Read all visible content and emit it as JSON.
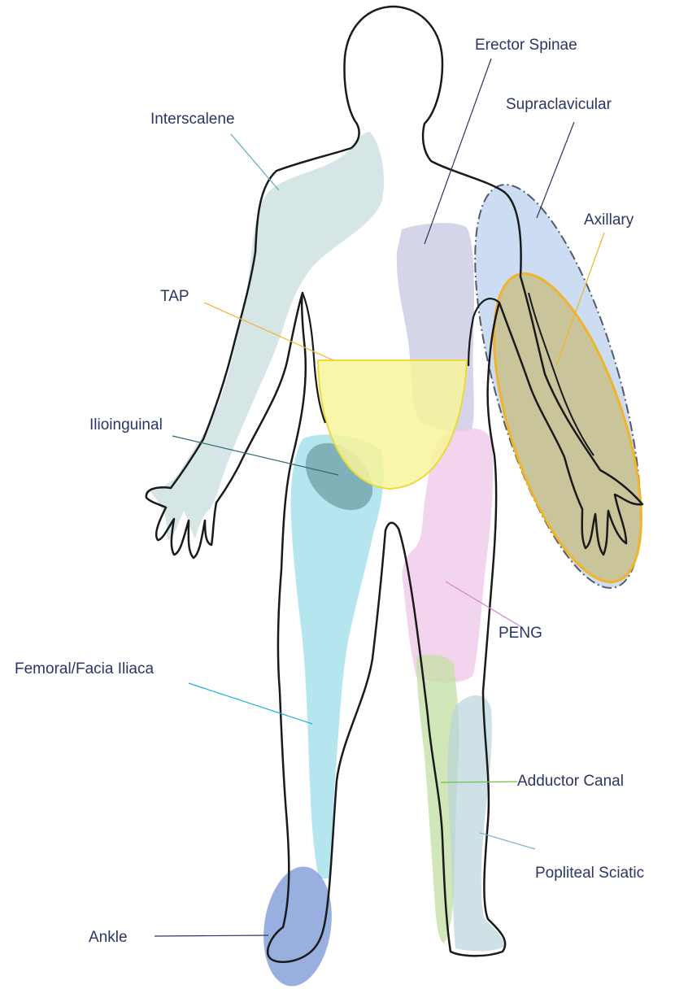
{
  "labels": {
    "erector_spinae": "Erector Spinae",
    "interscalene": "Interscalene",
    "supraclavicular": "Supraclavicular",
    "axillary": "Axillary",
    "tap": "TAP",
    "ilioinguinal": "Ilioinguinal",
    "peng": "PENG",
    "femoral_fascia_iliaca": "Femoral/Facia Iliaca",
    "adductor_canal": "Adductor Canal",
    "popliteal_sciatic": "Popliteal Sciatic",
    "ankle": "Ankle"
  },
  "colors": {
    "label_text": "#2c3564",
    "body_outline": "#1a1a1a",
    "interscalene": "#c8dcdc",
    "erector_spinae": "#c9cbe3",
    "supraclavicular": "#b6cfee",
    "axillary_fill": "#c9c08a",
    "axillary_outline": "#f0b429",
    "tap_fill": "#f7f59a",
    "tap_outline": "#ecd93a",
    "ilioinguinal": "#6f9fa6",
    "femoral_fascia_iliaca": "#a8e0ec",
    "peng": "#efc9ea",
    "adductor_canal": "#c6e0a8",
    "popliteal_sciatic": "#b9d4dc",
    "ankle": "#7e9bd8"
  }
}
